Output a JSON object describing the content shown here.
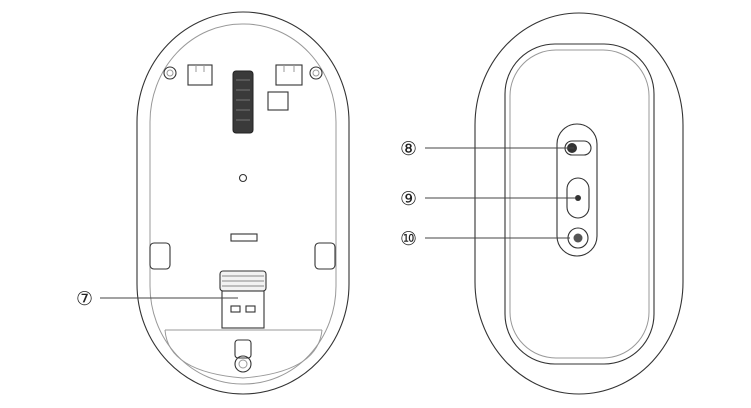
{
  "callouts": {
    "usb_receiver": "⑦",
    "power_switch": "⑧",
    "optical_sensor": "⑨",
    "indicator": "⑩"
  },
  "colors": {
    "line": "#444444",
    "scroll_wheel": "#3a3a3a",
    "background": "#ffffff"
  }
}
